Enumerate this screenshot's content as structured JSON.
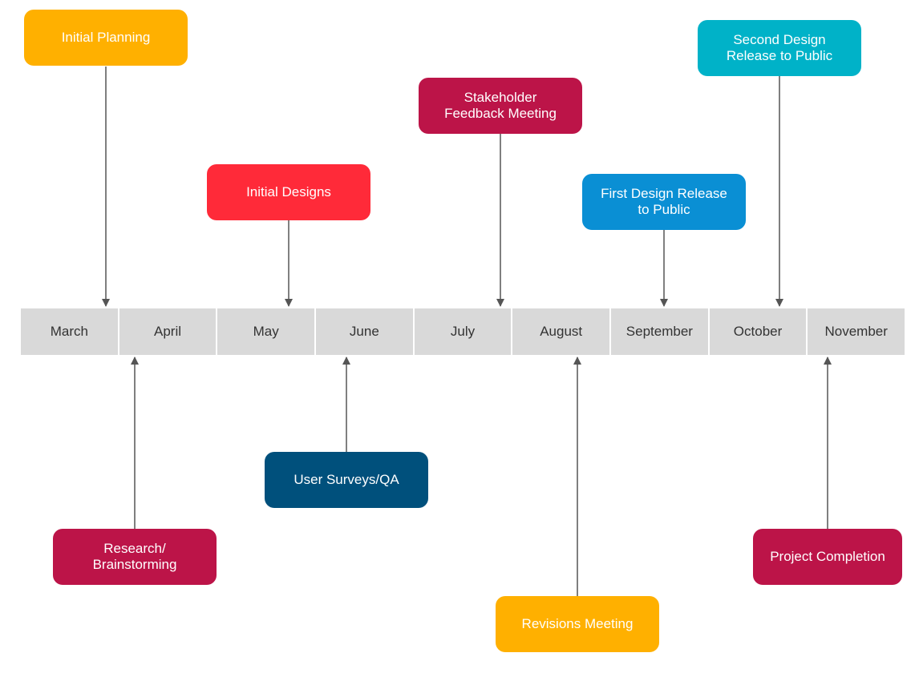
{
  "months": [
    "March",
    "April",
    "May",
    "June",
    "July",
    "August",
    "September",
    "October",
    "November"
  ],
  "colors": {
    "timeline_bg": "#d9d9d9",
    "connector": "#555555",
    "orange": "#ffb000",
    "crimson": "#bc1448",
    "red": "#ff2a39",
    "blue": "#0a8fd4",
    "teal": "#00b2c8",
    "navy": "#00507c"
  },
  "events": {
    "initial_planning": {
      "label": "Initial Planning",
      "color": "orange",
      "month": "March"
    },
    "research": {
      "label": "Research/\nBrainstorming",
      "color": "crimson",
      "month": "April"
    },
    "initial_designs": {
      "label": "Initial Designs",
      "color": "red",
      "month": "May"
    },
    "user_surveys": {
      "label": "User Surveys/QA",
      "color": "navy",
      "month": "June"
    },
    "stakeholder": {
      "label": "Stakeholder\nFeedback Meeting",
      "color": "crimson",
      "month": "July"
    },
    "revisions": {
      "label": "Revisions Meeting",
      "color": "orange",
      "month": "August"
    },
    "first_release": {
      "label": "First Design Release\nto Public",
      "color": "blue",
      "month": "September"
    },
    "second_release": {
      "label": "Second Design\nRelease to Public",
      "color": "teal",
      "month": "October"
    },
    "completion": {
      "label": "Project Completion",
      "color": "crimson",
      "month": "November"
    }
  }
}
